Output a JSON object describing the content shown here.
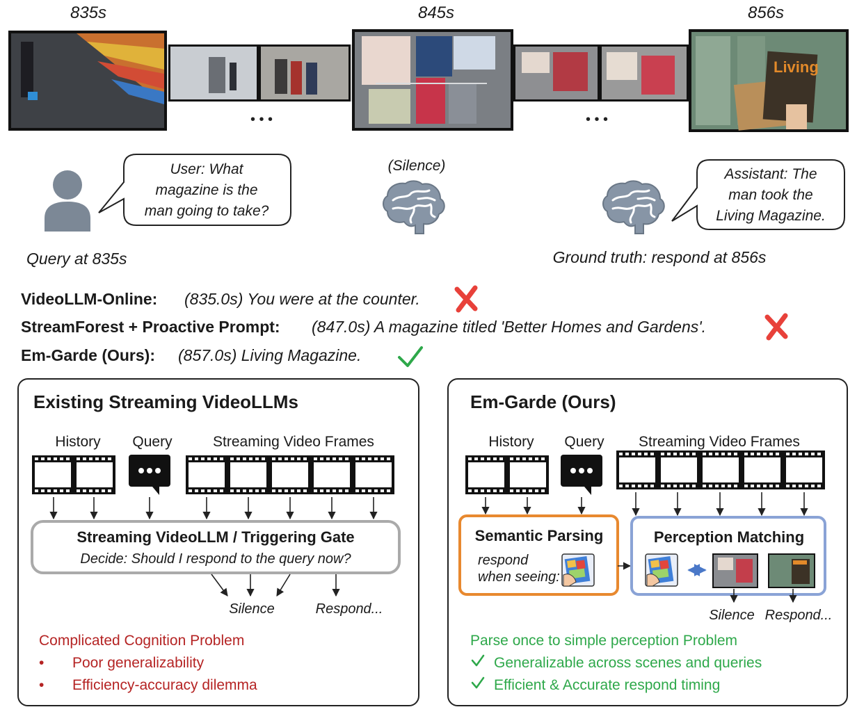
{
  "timeline": {
    "t1": "835s",
    "t2": "845s",
    "t3": "856s",
    "ellipsis": "• • •"
  },
  "dialogue": {
    "user_lines": [
      "User: What",
      "magazine is the",
      "man going to take?"
    ],
    "silence": "(Silence)",
    "assistant_lines": [
      "Assistant: The",
      "man took the",
      "Living Magazine."
    ],
    "query_caption": "Query at 835s",
    "truth_caption": "Ground truth: respond at 856s"
  },
  "results": [
    {
      "model": "VideoLLM-Online:",
      "output": "(835.0s) You were at the counter.",
      "correct": false
    },
    {
      "model": "StreamForest + Proactive Prompt:",
      "output": "(847.0s) A magazine titled 'Better Homes and Gardens'.",
      "correct": false
    },
    {
      "model": "Em-Garde (Ours):",
      "output": "(857.0s) Living Magazine.",
      "correct": true
    }
  ],
  "left_panel": {
    "title": "Existing Streaming VideoLLMs",
    "history": "History",
    "query": "Query",
    "frames": "Streaming Video Frames",
    "gate_title": "Streaming VideoLLM / Triggering Gate",
    "gate_sub": "Decide: Should I respond to the query now?",
    "silence": "Silence",
    "respond": "Respond...",
    "problem": "Complicated Cognition Problem",
    "bullets": [
      "Poor generalizability",
      "Efficiency-accuracy dilemma"
    ]
  },
  "right_panel": {
    "title": "Em-Garde (Ours)",
    "history": "History",
    "query": "Query",
    "frames": "Streaming Video Frames",
    "parsing_title": "Semantic Parsing",
    "parsing_sub1": "respond",
    "parsing_sub2": "when seeing:",
    "matching_title": "Perception Matching",
    "silence": "Silence",
    "respond": "Respond...",
    "headline": "Parse once to simple perception Problem",
    "checks": [
      "Generalizable across scenes and queries",
      "Efficient & Accurate respond timing"
    ]
  },
  "colors": {
    "wrong": "#e8413a",
    "right": "#2ea84a",
    "problem_text": "#b52424",
    "solution_text": "#2ea84a",
    "parsing_border": "#e8892f",
    "matching_border": "#8aa3d6",
    "gate_border": "#aaaaaa",
    "icon_gray": "#7c8896"
  }
}
